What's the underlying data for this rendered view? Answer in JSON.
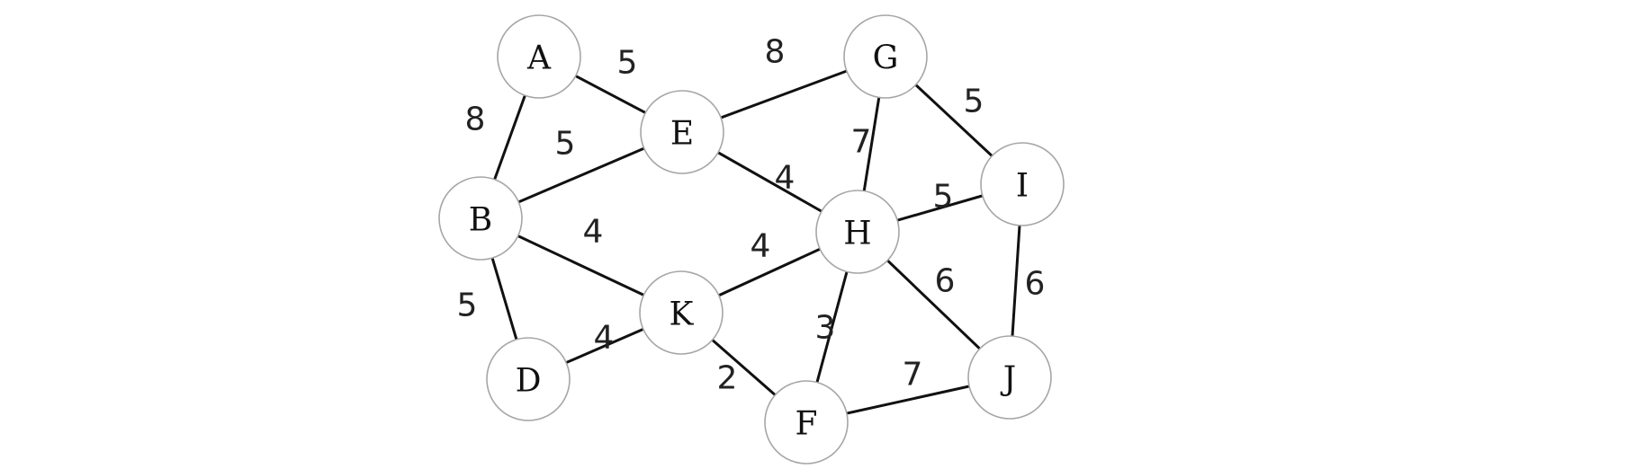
{
  "graph": {
    "nodes": [
      "A",
      "B",
      "D",
      "E",
      "G",
      "H",
      "I",
      "J",
      "K",
      "F"
    ],
    "edges": [
      {
        "from": "A",
        "to": "E",
        "weight": "5"
      },
      {
        "from": "A",
        "to": "B",
        "weight": "8"
      },
      {
        "from": "B",
        "to": "E",
        "weight": "5"
      },
      {
        "from": "E",
        "to": "G",
        "weight": "8"
      },
      {
        "from": "G",
        "to": "I",
        "weight": "5"
      },
      {
        "from": "G",
        "to": "H",
        "weight": "7"
      },
      {
        "from": "E",
        "to": "H",
        "weight": "4"
      },
      {
        "from": "H",
        "to": "I",
        "weight": "5"
      },
      {
        "from": "B",
        "to": "K",
        "weight": "4"
      },
      {
        "from": "K",
        "to": "H",
        "weight": "4"
      },
      {
        "from": "B",
        "to": "D",
        "weight": "5"
      },
      {
        "from": "I",
        "to": "J",
        "weight": "6"
      },
      {
        "from": "H",
        "to": "J",
        "weight": "6"
      },
      {
        "from": "D",
        "to": "K",
        "weight": "4"
      },
      {
        "from": "H",
        "to": "F",
        "weight": "3"
      },
      {
        "from": "K",
        "to": "F",
        "weight": "2"
      },
      {
        "from": "F",
        "to": "J",
        "weight": "7"
      }
    ]
  }
}
